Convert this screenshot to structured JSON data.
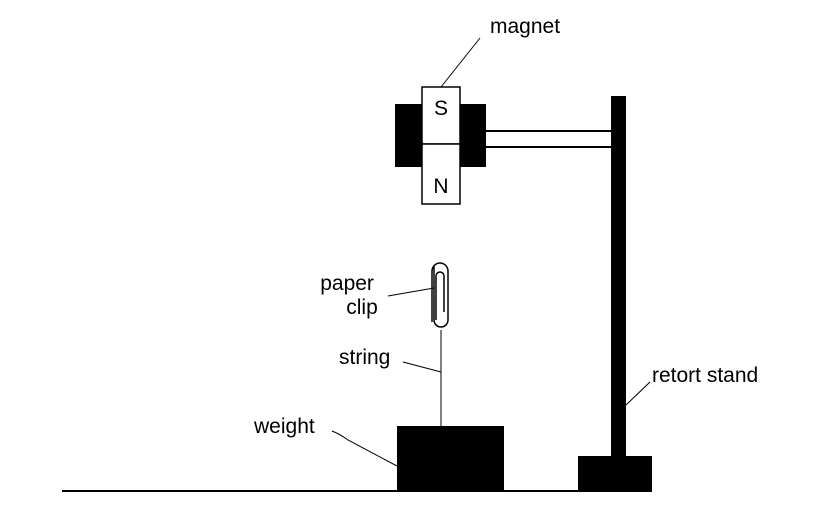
{
  "labels": {
    "magnet": "magnet",
    "paper_clip_line1": "paper",
    "paper_clip_line2": "clip",
    "string": "string",
    "weight": "weight",
    "retort_stand": "retort stand"
  },
  "magnet": {
    "pole_top": "S",
    "pole_bottom": "N"
  },
  "colors": {
    "ink": "#000000",
    "background": "#ffffff"
  }
}
